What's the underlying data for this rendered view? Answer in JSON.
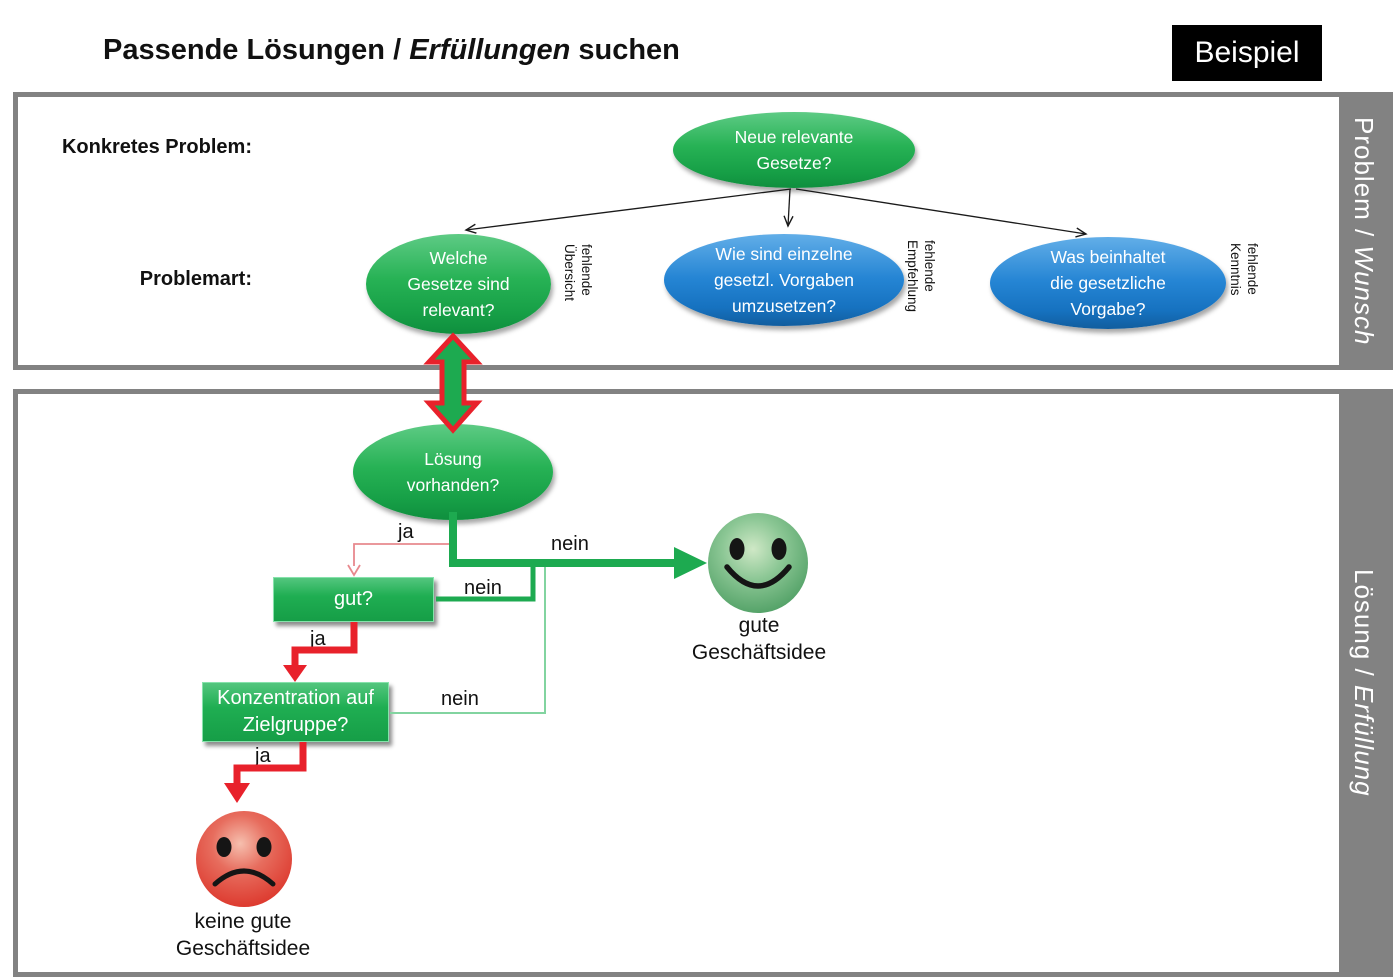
{
  "title": {
    "part1": "Passende Lösungen / ",
    "part2_italic": "Erfüllungen",
    "part3": " suchen"
  },
  "badge_label": "Beispiel",
  "accents": {
    "green": "#1daa50",
    "blue": "#1b7fd4",
    "red": "#e8212b",
    "light_green": "#82d4a0",
    "pink_red": "#e8898e",
    "gray": "#828282",
    "badge_bg": "#000000"
  },
  "problem_panel": {
    "side_label": {
      "regular": "Problem / ",
      "italic": "Wunsch"
    },
    "konkretes_label": "Konkretes Problem:",
    "problemart_label": "Problemart:",
    "root_node": {
      "text": "Neue relevante Gesetze?",
      "color": "green"
    },
    "problem_nodes": [
      {
        "text": "Welche Gesetze sind relevant?",
        "color": "green",
        "annotation_line1": "fehlende",
        "annotation_line2": "Übersicht"
      },
      {
        "text": "Wie sind einzelne gesetzl. Vorgaben umzusetzen?",
        "color": "blue",
        "annotation_line1": "fehlende",
        "annotation_line2": "Empfehlung"
      },
      {
        "text": "Was beinhaltet die gesetzliche Vorgabe?",
        "color": "blue",
        "annotation_line1": "fehlende",
        "annotation_line2": "Kenntnis"
      }
    ]
  },
  "solution_panel": {
    "side_label": {
      "regular": "Lösung / ",
      "italic": "Erfüllung"
    },
    "decision_node": "Lösung vorhanden?",
    "gut_box": "gut?",
    "konzentration_box": "Konzentration auf Zielgruppe?",
    "flow_labels": {
      "ja": "ja",
      "nein": "nein"
    },
    "good_outcome": {
      "icon": "smiley-happy-icon",
      "line1": "gute",
      "line2": "Geschäftsidee"
    },
    "bad_outcome": {
      "icon": "smiley-sad-icon",
      "line1": "keine gute",
      "line2": "Geschäftsidee"
    }
  }
}
